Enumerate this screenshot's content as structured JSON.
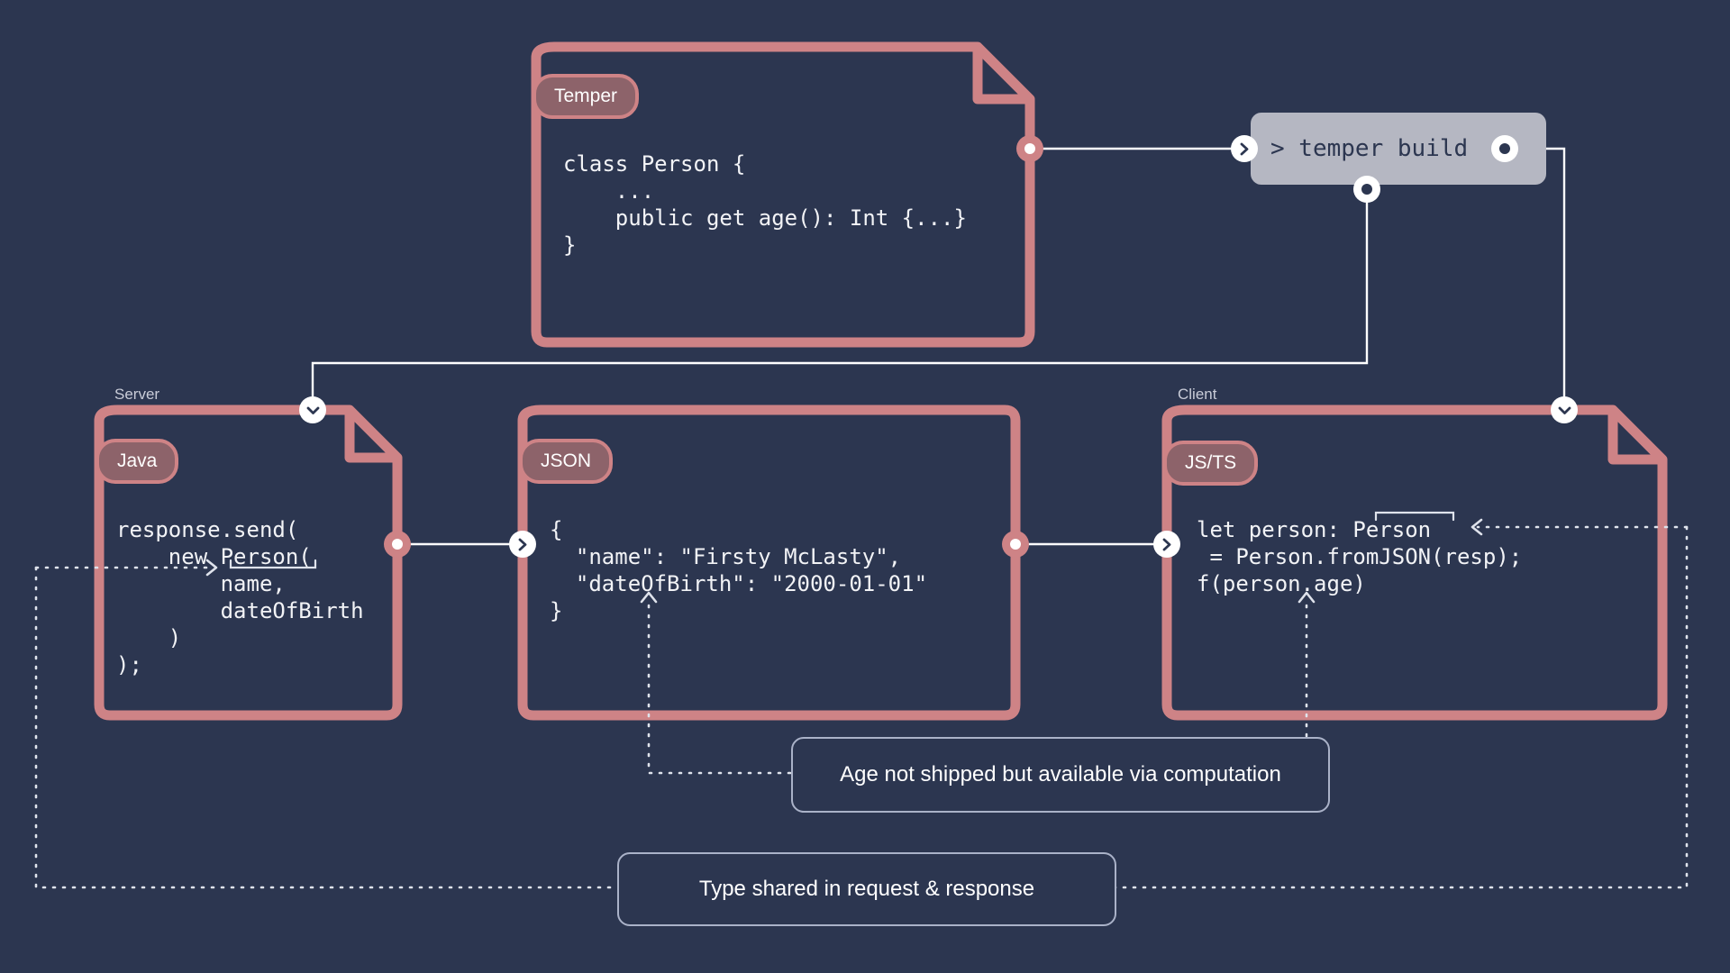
{
  "canvas": {
    "background": "#2c3650",
    "accent": "#ce8386",
    "tag_fill": "#8d636a",
    "terminal_fill": "#b5b7c2",
    "wire": "#ffffff",
    "callout_border": "#aab2c8"
  },
  "zones": {
    "server_label": "Server",
    "client_label": "Client"
  },
  "nodes": {
    "temper": {
      "tag": "Temper",
      "code": "class Person {\n    ...\n    public get age(): Int {...}\n}"
    },
    "build": {
      "label": "> temper build"
    },
    "java": {
      "tag": "Java",
      "code": "response.send(\n    new Person(\n        name,\n        dateOfBirth\n    )\n);"
    },
    "json": {
      "tag": "JSON",
      "code": "{\n  \"name\": \"Firsty McLasty\",\n  \"dateOfBirth\": \"2000-01-01\"\n}"
    },
    "jsts": {
      "tag": "JS/TS",
      "code": "let person: Person\n = Person.fromJSON(resp);\nf(person.age)"
    }
  },
  "callouts": {
    "age": "Age not shipped but available via computation",
    "type_shared": "Type shared in request & response"
  },
  "icons": {
    "chevron_right": "chevron-right-icon",
    "chevron_down": "chevron-down-icon",
    "port_dot": "port-dot-icon"
  }
}
